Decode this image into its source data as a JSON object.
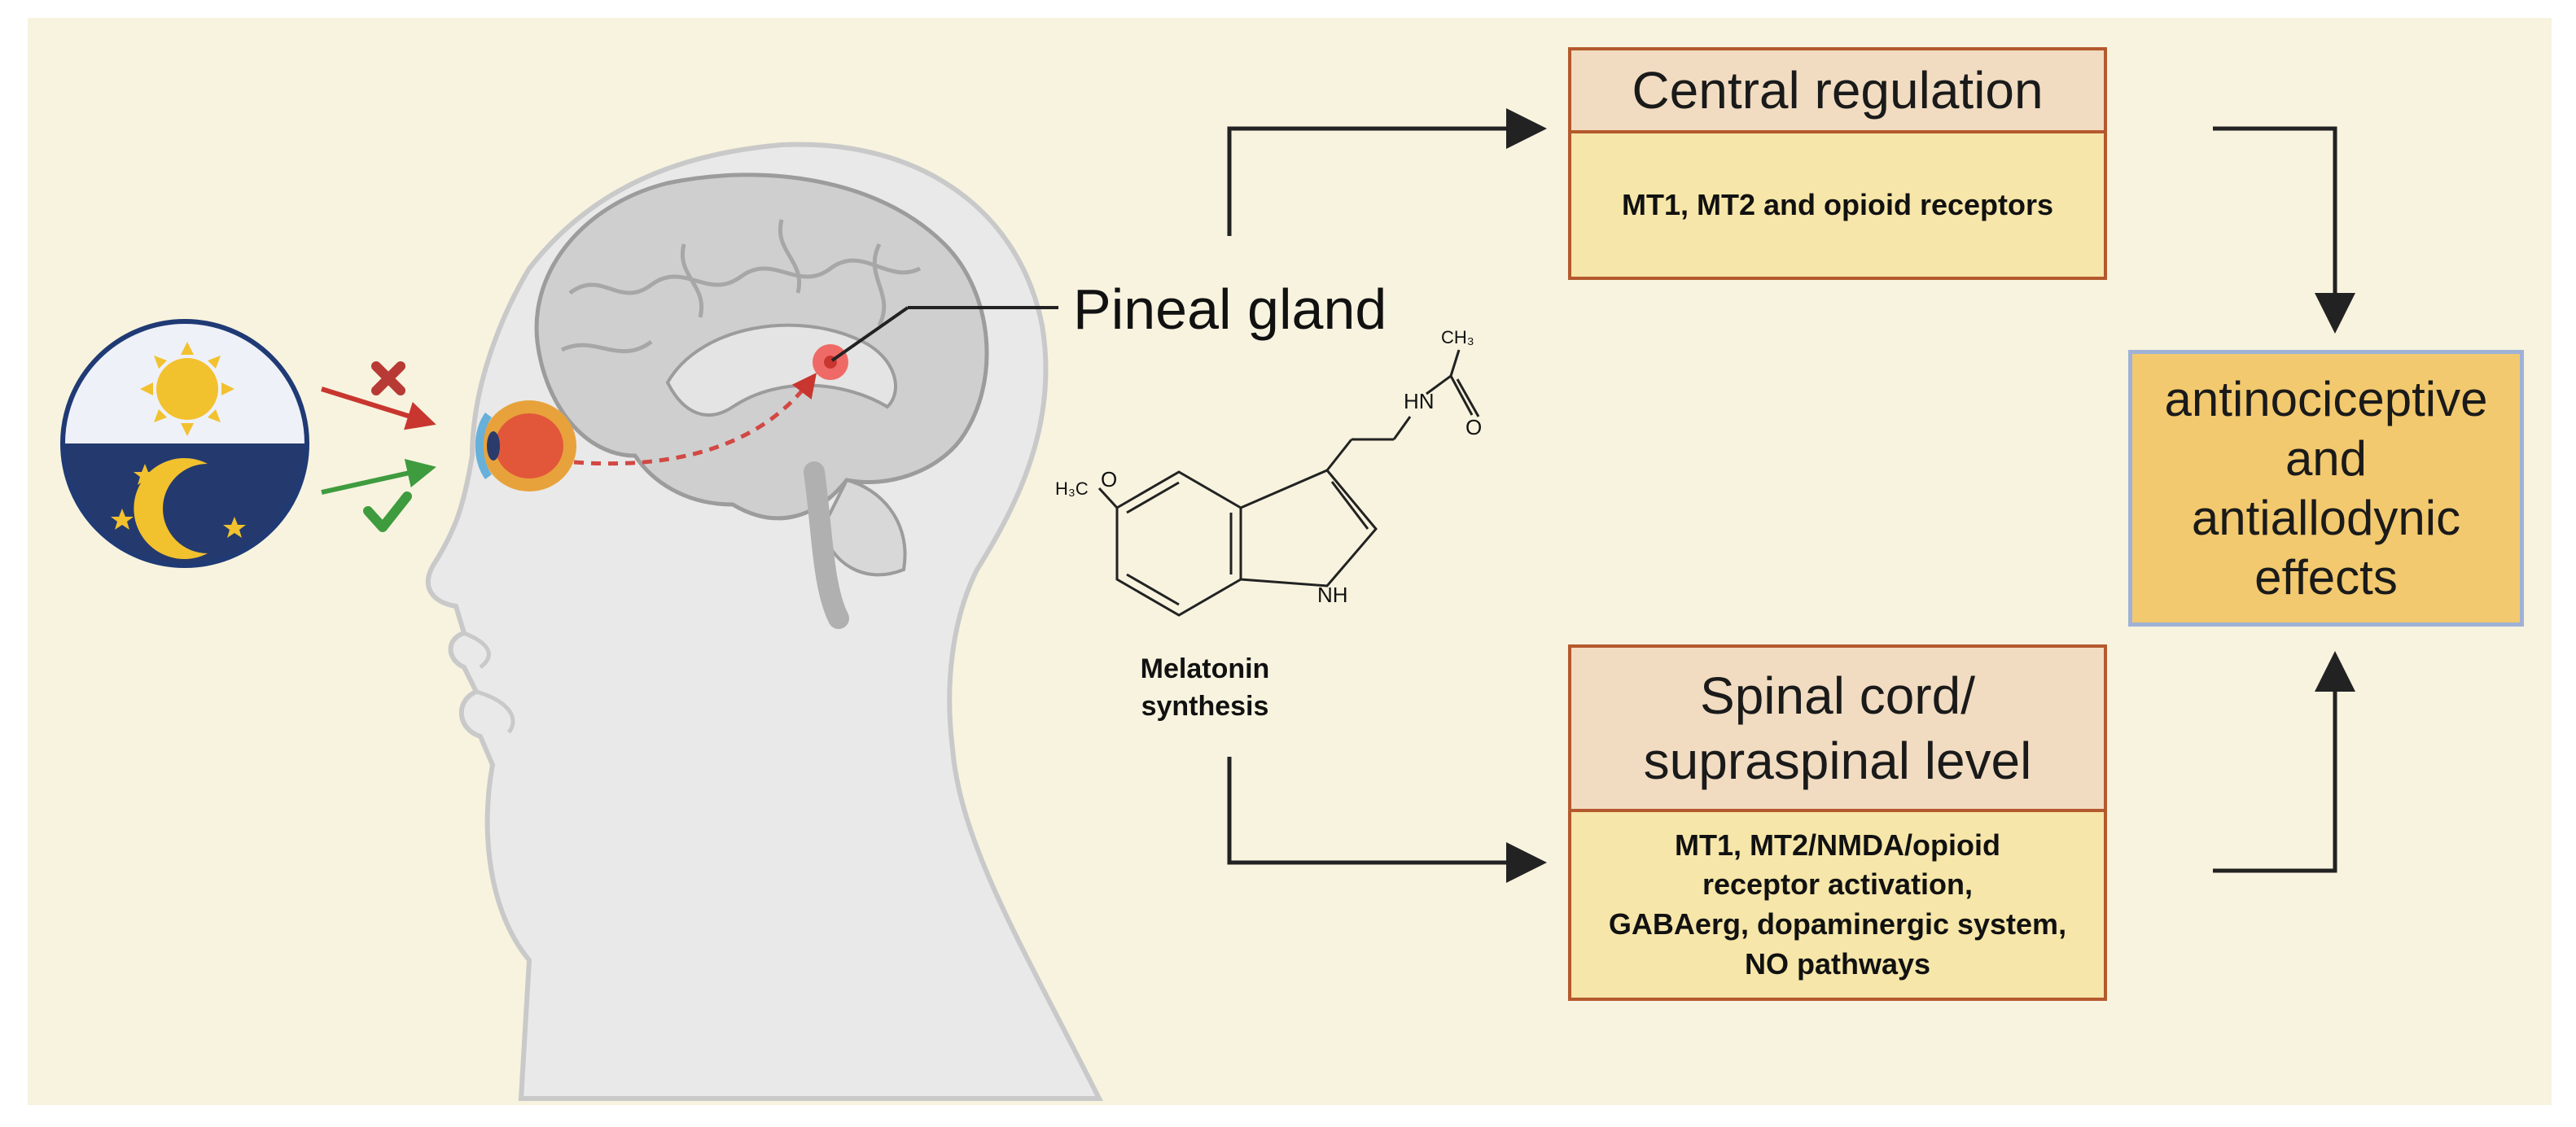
{
  "labels": {
    "pineal_gland": "Pineal gland",
    "melatonin": "Melatonin\nsynthesis",
    "molecule_h3c": "H₃C",
    "molecule_o": "O",
    "molecule_ch3": "CH₃",
    "molecule_hn": "HN",
    "molecule_nh": "NH",
    "molecule_o2": "O"
  },
  "central": {
    "title": "Central regulation",
    "body": "MT1, MT2 and opioid receptors"
  },
  "spinal": {
    "title": "Spinal cord/\nsupraspinal level",
    "body": "MT1, MT2/NMDA/opioid\nreceptor activation,\nGABAerg, dopaminergic system,\nNO pathways"
  },
  "outcome": {
    "text": "antinociceptive\nand\nantiallodynic\neffects"
  },
  "colors": {
    "background": "#f7f3df",
    "header_fill": "#f1dcc1",
    "header_border": "#b4592d",
    "body_fill": "#f6e6a9",
    "outcome_fill": "#f2c96e",
    "outcome_border": "#9fb2d6",
    "day_sky": "#eef1f8",
    "night_sky": "#243a6e",
    "sun": "#f2c12e",
    "blocked": "#c8362f",
    "allowed": "#3e9b3e"
  },
  "icons": [
    "sun-icon",
    "moon-icon",
    "star-icon",
    "cross-icon",
    "check-icon",
    "eye-icon",
    "brain-icon",
    "head-silhouette"
  ]
}
